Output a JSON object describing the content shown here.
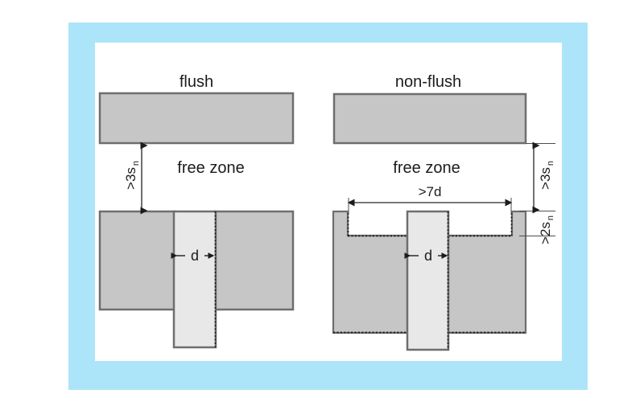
{
  "figure": {
    "background_color": "#ffffff",
    "frame_color": "#ace5f9",
    "canvas_color": "#ffffff",
    "metal_fill": "#c6c6c6",
    "rod_fill": "#e8e8e8",
    "outline_color": "#6e6e6e",
    "ink_color": "#1c1c1c"
  },
  "panels": [
    {
      "id": "flush",
      "title": "flush",
      "free_zone_label": "free zone",
      "vertical_dimension": {
        "text": ">3s",
        "subscript": "n"
      },
      "rod_dimension": {
        "text": "d"
      }
    },
    {
      "id": "non-flush",
      "title": "non-flush",
      "free_zone_label": "free zone",
      "vertical_dimension": {
        "text": ">3s",
        "subscript": "n"
      },
      "pocket_depth_dimension": {
        "text": ">2s",
        "subscript": "n"
      },
      "pocket_width_dimension": {
        "text": ">7d"
      },
      "rod_dimension": {
        "text": "d"
      }
    }
  ]
}
